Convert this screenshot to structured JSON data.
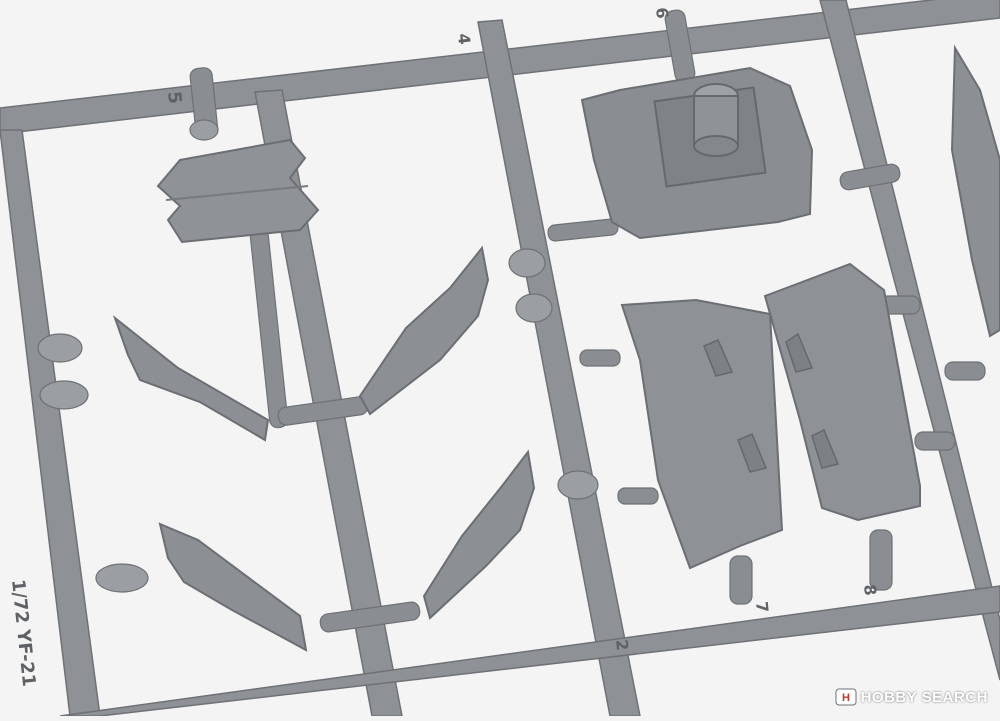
{
  "photo": {
    "subject": "Gray plastic model kit sprue with aircraft parts",
    "sprue_text": "1/72 YF-21",
    "part_numbers": [
      "5",
      "4",
      "6",
      "7",
      "8",
      "2"
    ]
  },
  "watermark": {
    "brand": "HOBBY SEARCH",
    "icon": "hobby-search-logo-icon"
  },
  "colors": {
    "background": "#f4f4f4",
    "plastic": "#8e9196",
    "plastic_dark": "#6e7176",
    "plastic_light": "#a8abb0"
  }
}
